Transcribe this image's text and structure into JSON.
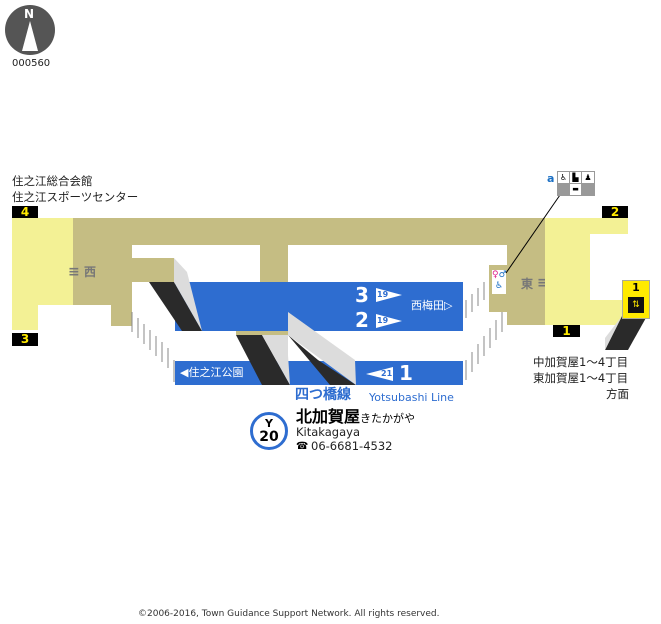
{
  "compass": {
    "label": "N"
  },
  "map_id": "000560",
  "landmarks": {
    "west_top_1": "住之江総合会館",
    "west_top_2": "住之江スポーツセンター",
    "east_bottom_1": "中加賀屋1～4丁目",
    "east_bottom_2": "東加賀屋1～4丁目",
    "east_bottom_3": "方面"
  },
  "exits": {
    "e1": "1",
    "e2": "2",
    "e3": "3",
    "e4": "4",
    "elevator_exit": "1"
  },
  "gates": {
    "west": "西",
    "east": "東"
  },
  "facility": {
    "label": "a"
  },
  "platforms": {
    "track3": "3",
    "track2": "2",
    "train_num_up": "19",
    "direction_up": "西梅田▷",
    "track1": "1",
    "train_num_down": "21",
    "direction_down": "◀住之江公園"
  },
  "line": {
    "name_ja": "四つ橋線",
    "name_en": "Yotsubashi Line",
    "color": "#2e6dd0"
  },
  "station": {
    "line_code": "Y",
    "number": "20",
    "name_ja": "北加賀屋",
    "kana": "きたかがや",
    "name_en": "Kitakagaya",
    "phone": "06-6681-4532"
  },
  "copyright": "©2006-2016, Town Guidance Support Network. All rights reserved."
}
